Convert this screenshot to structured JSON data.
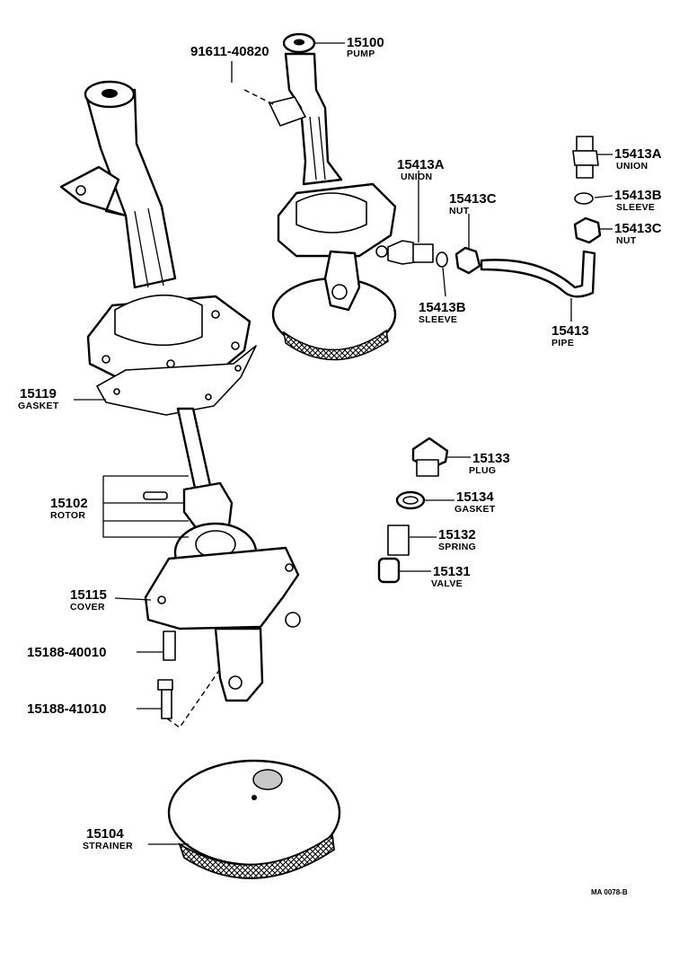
{
  "reference_code": "MA 0078-B",
  "callouts": [
    {
      "key": "pump_bolt",
      "number": "91611-40820",
      "name": ""
    },
    {
      "key": "pump",
      "number": "15100",
      "name": "PUMP"
    },
    {
      "key": "union_a",
      "number": "15413A",
      "name": "UNION"
    },
    {
      "key": "nut_c",
      "number": "15413C",
      "name": "NUT"
    },
    {
      "key": "sleeve_b",
      "number": "15413B",
      "name": "SLEEVE"
    },
    {
      "key": "pipe",
      "number": "15413",
      "name": "PIPE"
    },
    {
      "key": "union_a_2",
      "number": "15413A",
      "name": "UNION"
    },
    {
      "key": "sleeve_b_2",
      "number": "15413B",
      "name": "SLEEVE"
    },
    {
      "key": "nut_c_2",
      "number": "15413C",
      "name": "NUT"
    },
    {
      "key": "gasket_body",
      "number": "15119",
      "name": "GASKET"
    },
    {
      "key": "rotor",
      "number": "15102",
      "name": "ROTOR"
    },
    {
      "key": "cover",
      "number": "15115",
      "name": "COVER"
    },
    {
      "key": "bolt_1",
      "number": "15188-40010",
      "name": ""
    },
    {
      "key": "bolt_2",
      "number": "15188-41010",
      "name": ""
    },
    {
      "key": "strainer",
      "number": "15104",
      "name": "STRAINER"
    },
    {
      "key": "plug",
      "number": "15133",
      "name": "PLUG"
    },
    {
      "key": "gasket_plug",
      "number": "15134",
      "name": "GASKET"
    },
    {
      "key": "spring",
      "number": "15132",
      "name": "SPRING"
    },
    {
      "key": "valve",
      "number": "15131",
      "name": "VALVE"
    }
  ]
}
